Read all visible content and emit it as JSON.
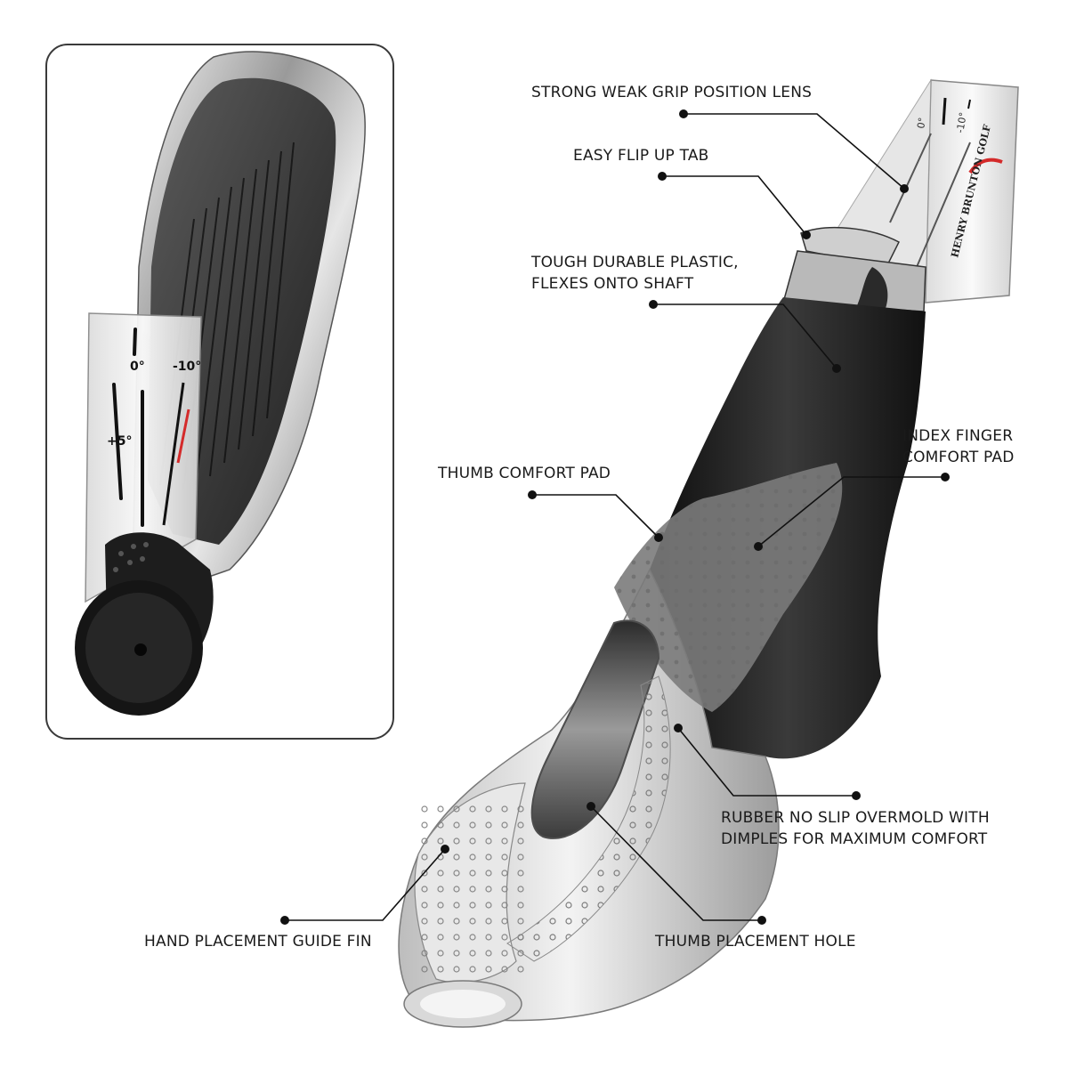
{
  "callouts": {
    "lens": "STRONG WEAK GRIP POSITION LENS",
    "tab": "EASY FLIP UP TAB",
    "plastic_line1": "TOUGH DURABLE PLASTIC,",
    "plastic_line2": "FLEXES ONTO SHAFT",
    "index_line1": "INDEX FINGER",
    "index_line2": "COMFORT PAD",
    "thumb_pad": "THUMB COMFORT PAD",
    "rubber_line1": "RUBBER NO SLIP OVERMOLD WITH",
    "rubber_line2": "DIMPLES FOR MAXIMUM COMFORT",
    "guide_fin": "HAND PLACEMENT GUIDE FIN",
    "thumb_hole": "THUMB PLACEMENT HOLE"
  },
  "lens_marks": {
    "zero": "0°",
    "minus_ten": "-10°",
    "plus_five": "+5°",
    "brand": "HENRY BRUNTON GOLF"
  },
  "colors": {
    "accent": "#d42a2a",
    "overmold": "#1c1c1c",
    "clear_plastic": "#e9e9e9"
  }
}
